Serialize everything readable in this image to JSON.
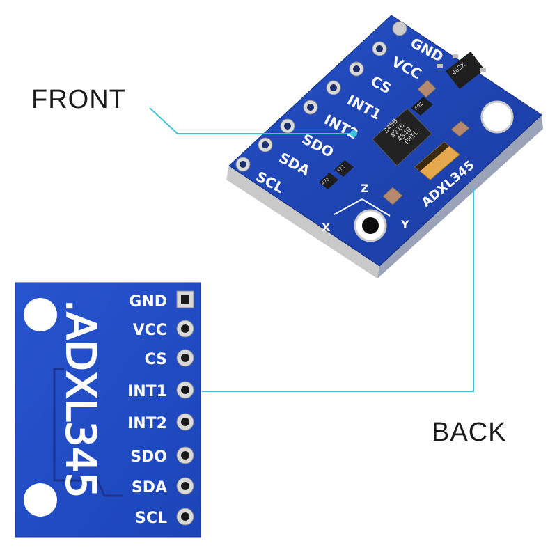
{
  "callouts": {
    "front": "FRONT",
    "back": "BACK"
  },
  "front_board": {
    "pins": [
      "GND",
      "VCC",
      "CS",
      "INT1",
      "INT2",
      "SDO",
      "SDA",
      "SCL"
    ],
    "chip_lines": [
      "345B",
      "#216",
      "4540",
      "PHIL"
    ],
    "regulator_text": "4B2X",
    "resistor_codes": [
      "E01",
      "472",
      "472"
    ],
    "silkscreen_model": "ADXL345",
    "axes": [
      "X",
      "Y",
      "Z"
    ]
  },
  "back_board": {
    "pins": [
      "GND",
      "VCC",
      "CS",
      "INT1",
      "INT2",
      "SDO",
      "SDA",
      "SCL"
    ],
    "model_label": ".ADXL345"
  },
  "colors": {
    "pcb_blue": "#1a3fae",
    "leader_line": "#3fc3d6",
    "pad_silver": "#d9d9d9"
  }
}
